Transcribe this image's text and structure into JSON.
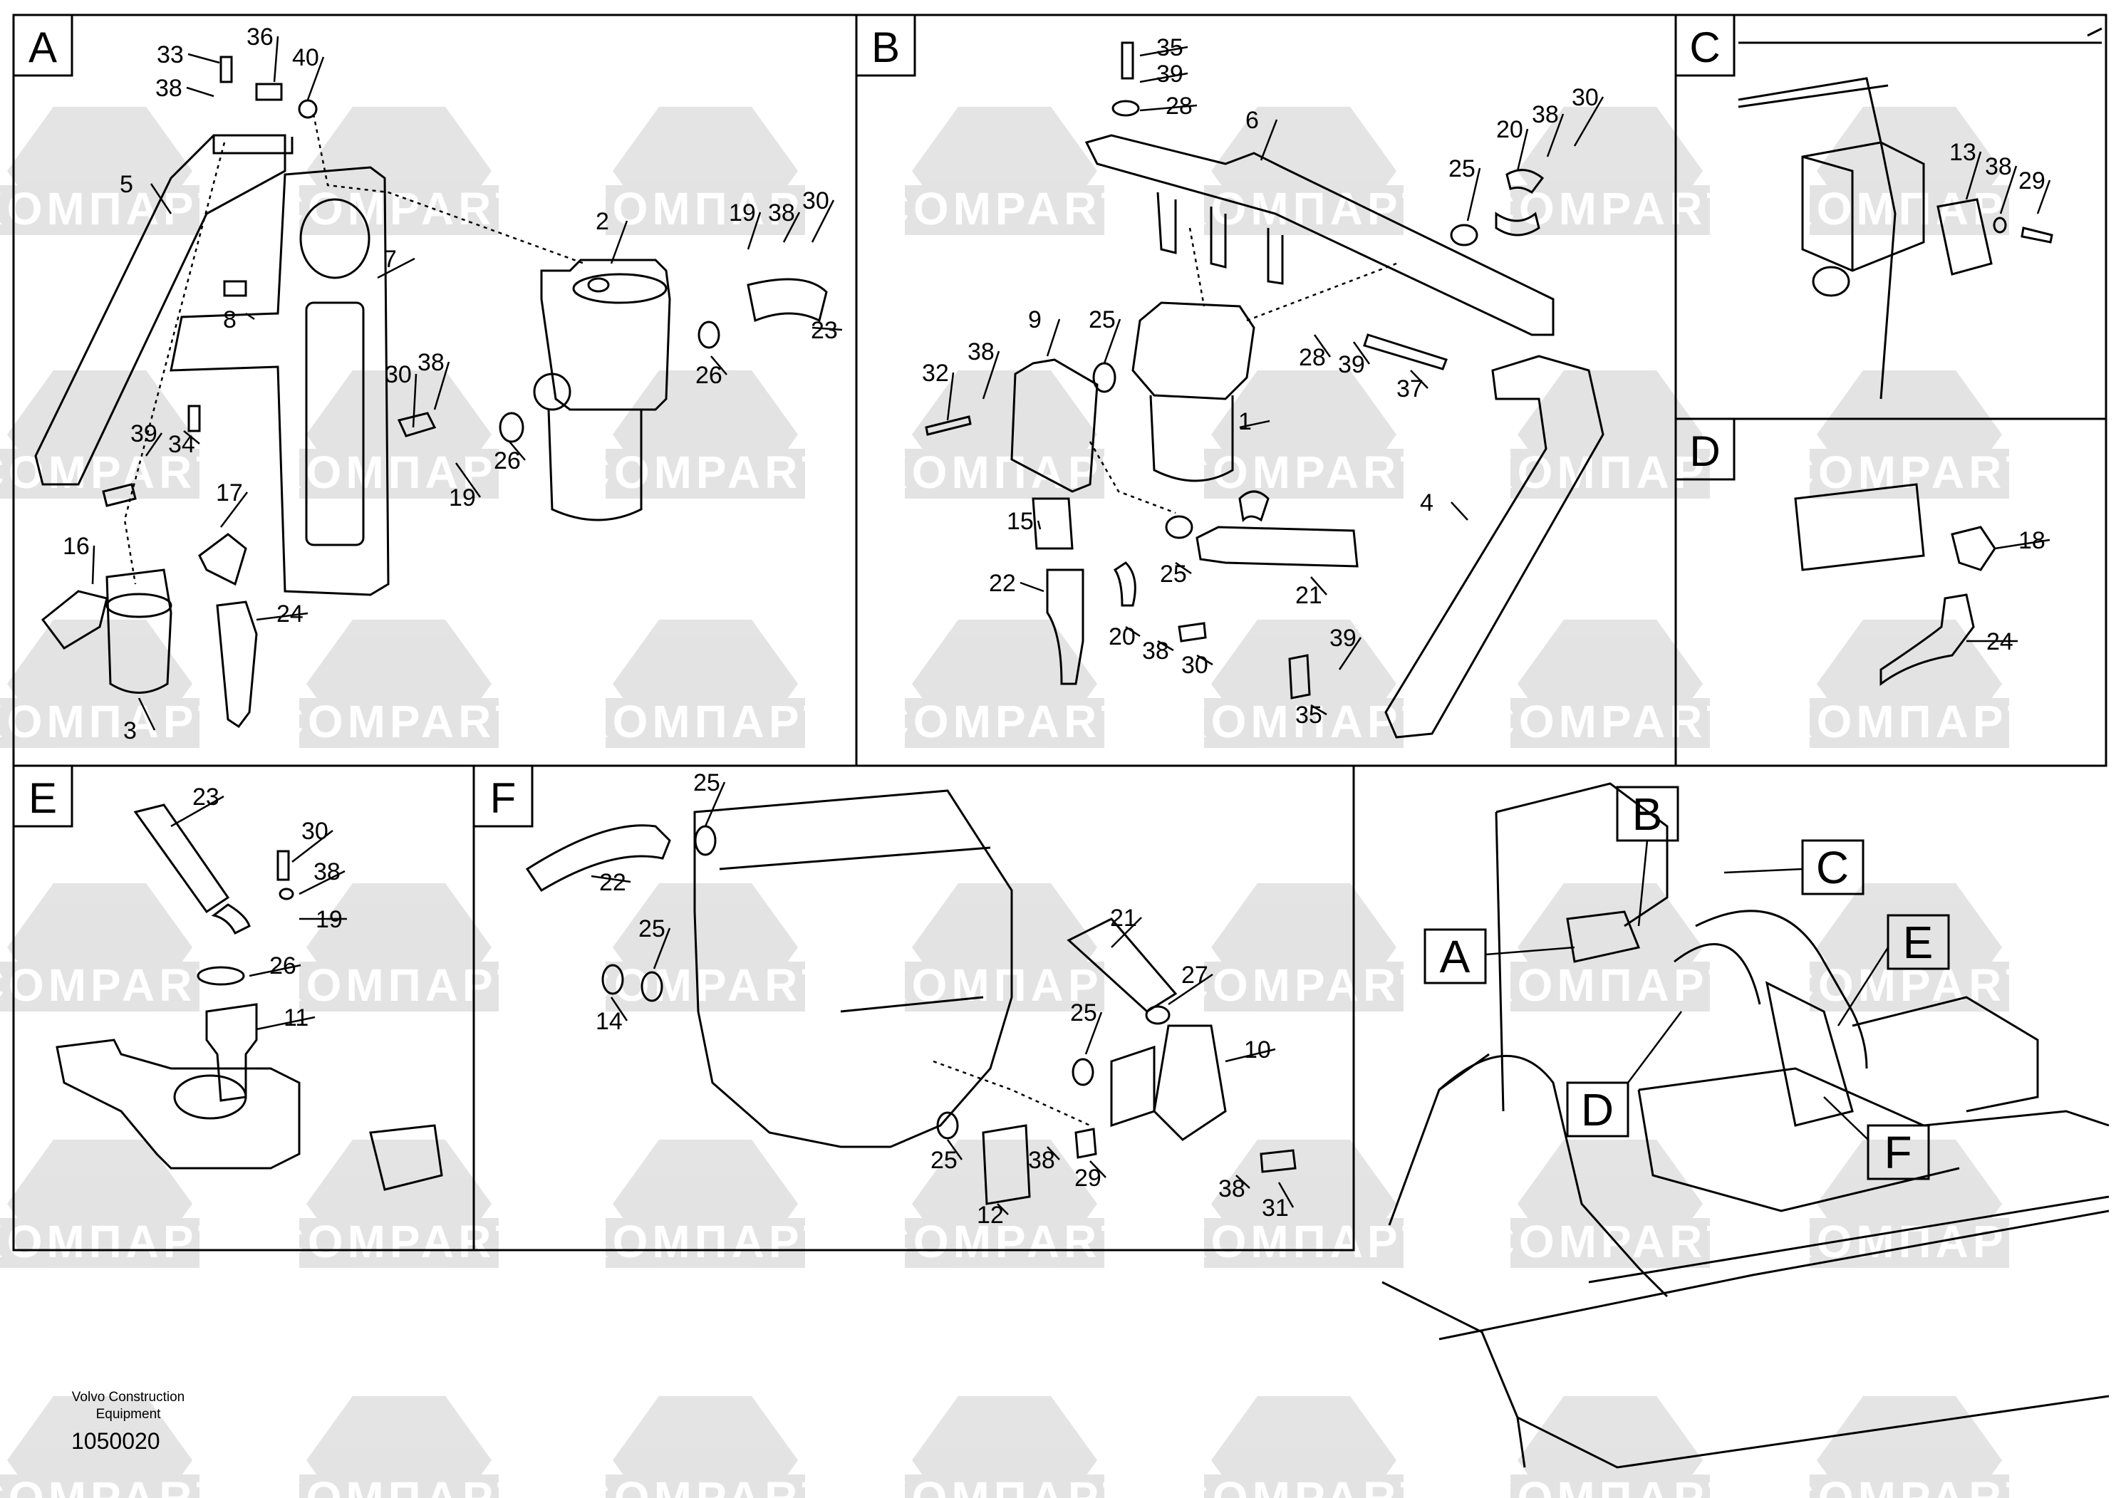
{
  "diagram": {
    "panels": [
      {
        "letter": "A",
        "callouts": [
          "33",
          "36",
          "40",
          "38",
          "5",
          "7",
          "2",
          "19",
          "38",
          "30",
          "8",
          "30",
          "38",
          "26",
          "39",
          "34",
          "19",
          "23",
          "26",
          "17",
          "16",
          "24",
          "3"
        ]
      },
      {
        "letter": "B",
        "callouts": [
          "35",
          "39",
          "28",
          "6",
          "20",
          "38",
          "30",
          "25",
          "9",
          "25",
          "32",
          "38",
          "28",
          "39",
          "37",
          "1",
          "4",
          "15",
          "25",
          "22",
          "21",
          "20",
          "38",
          "30",
          "39",
          "35"
        ]
      },
      {
        "letter": "C",
        "callouts": [
          "13",
          "38",
          "29"
        ]
      },
      {
        "letter": "D",
        "callouts": [
          "18",
          "24"
        ]
      },
      {
        "letter": "E",
        "callouts": [
          "23",
          "30",
          "38",
          "19",
          "26",
          "11"
        ]
      },
      {
        "letter": "F",
        "callouts": [
          "25",
          "22",
          "25",
          "21",
          "14",
          "27",
          "25",
          "10",
          "25",
          "12",
          "38",
          "29",
          "38",
          "31"
        ]
      }
    ],
    "overview_markers": [
      "A",
      "B",
      "C",
      "D",
      "E",
      "F"
    ],
    "watermark_words": [
      "KOMПAPT",
      "COMPART"
    ]
  },
  "footer": {
    "brand_line1": "Volvo Construction",
    "brand_line2": "Equipment",
    "doc_number": "1050020"
  }
}
